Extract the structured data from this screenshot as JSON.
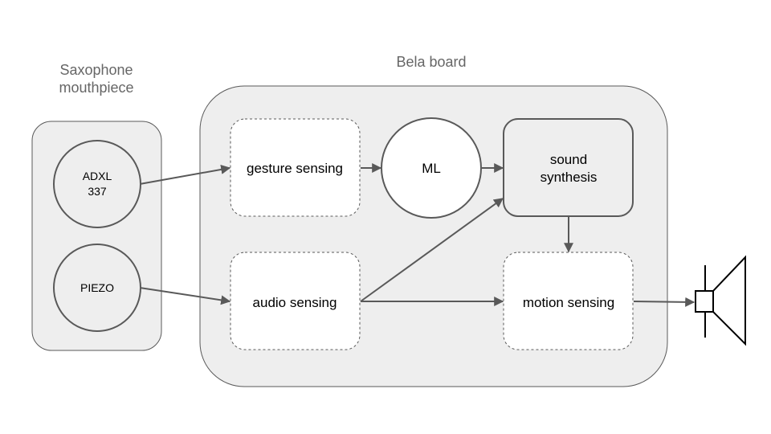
{
  "groups": {
    "mouthpiece": {
      "line1": "Saxophone",
      "line2": "mouthpiece"
    },
    "bela": {
      "label": "Bela board"
    }
  },
  "nodes": {
    "adxl": {
      "line1": "ADXL",
      "line2": "337"
    },
    "piezo": {
      "label": "PIEZO"
    },
    "gesture": {
      "label": "gesture sensing"
    },
    "audio": {
      "label": "audio sensing"
    },
    "ml": {
      "label": "ML"
    },
    "synthesis": {
      "line1": "sound",
      "line2": "synthesis"
    },
    "motion": {
      "label": "motion sensing"
    }
  },
  "edges": [
    {
      "from": "adxl",
      "to": "gesture"
    },
    {
      "from": "piezo",
      "to": "audio"
    },
    {
      "from": "gesture",
      "to": "ml"
    },
    {
      "from": "ml",
      "to": "synthesis"
    },
    {
      "from": "audio",
      "to": "synthesis"
    },
    {
      "from": "audio",
      "to": "motion"
    },
    {
      "from": "synthesis",
      "to": "motion"
    },
    {
      "from": "motion",
      "to": "speaker"
    }
  ],
  "colors": {
    "group_fill": "#eeeeee",
    "group_stroke": "#595959",
    "node_fill": "#ffffff",
    "edge": "#595959",
    "label_gray": "#666666"
  },
  "icons": {
    "output": "speaker-icon"
  }
}
